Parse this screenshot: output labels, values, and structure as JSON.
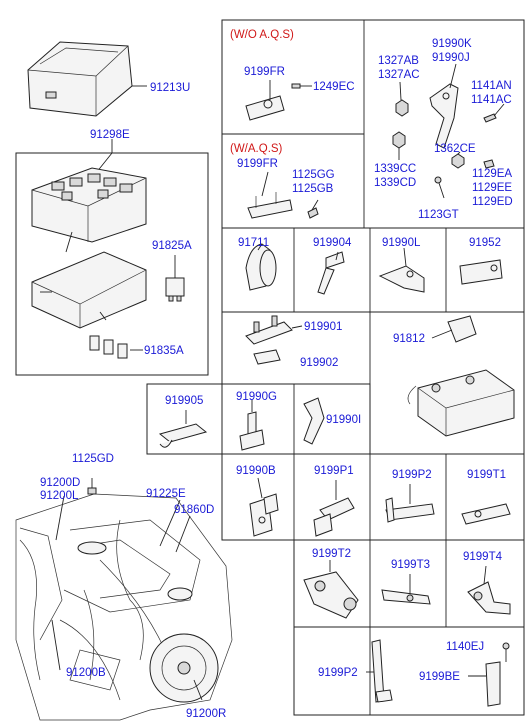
{
  "labels": {
    "wo_aqs": "(W/O A.Q.S)",
    "w_aqs": "(W/A.Q.S)",
    "p91213U": "91213U",
    "p91298E": "91298E",
    "p91825A": "91825A",
    "p91835A": "91835A",
    "p9199FR_a": "9199FR",
    "p1249EC": "1249EC",
    "p9199FR_b": "9199FR",
    "p1125GG": "1125GG",
    "p1125GB": "1125GB",
    "p1327AB": "1327AB",
    "p1327AC": "1327AC",
    "p91990K": "91990K",
    "p91990J": "91990J",
    "p1141AN": "1141AN",
    "p1141AC": "1141AC",
    "p1339CC": "1339CC",
    "p1339CD": "1339CD",
    "p1362CE": "1362CE",
    "p1129EA": "1129EA",
    "p1129EE": "1129EE",
    "p1129ED": "1129ED",
    "p1123GT": "1123GT",
    "p91711": "91711",
    "p919904": "919904",
    "p91990L": "91990L",
    "p91952": "91952",
    "p919901": "919901",
    "p919902": "919902",
    "p91812": "91812",
    "p919905": "919905",
    "p91990G": "91990G",
    "p91990I": "91990I",
    "p1125GD": "1125GD",
    "p91200D": "91200D",
    "p91200L": "91200L",
    "p91225E": "91225E",
    "p91860D": "91860D",
    "p91200B": "91200B",
    "p91200R": "91200R",
    "p91990B": "91990B",
    "p9199P1": "9199P1",
    "p9199P2_a": "9199P2",
    "p9199T1": "9199T1",
    "p9199T2": "9199T2",
    "p9199T3": "9199T3",
    "p9199T4": "9199T4",
    "p1140EJ": "1140EJ",
    "p9199P2_b": "9199P2",
    "p9199BE": "9199BE"
  }
}
